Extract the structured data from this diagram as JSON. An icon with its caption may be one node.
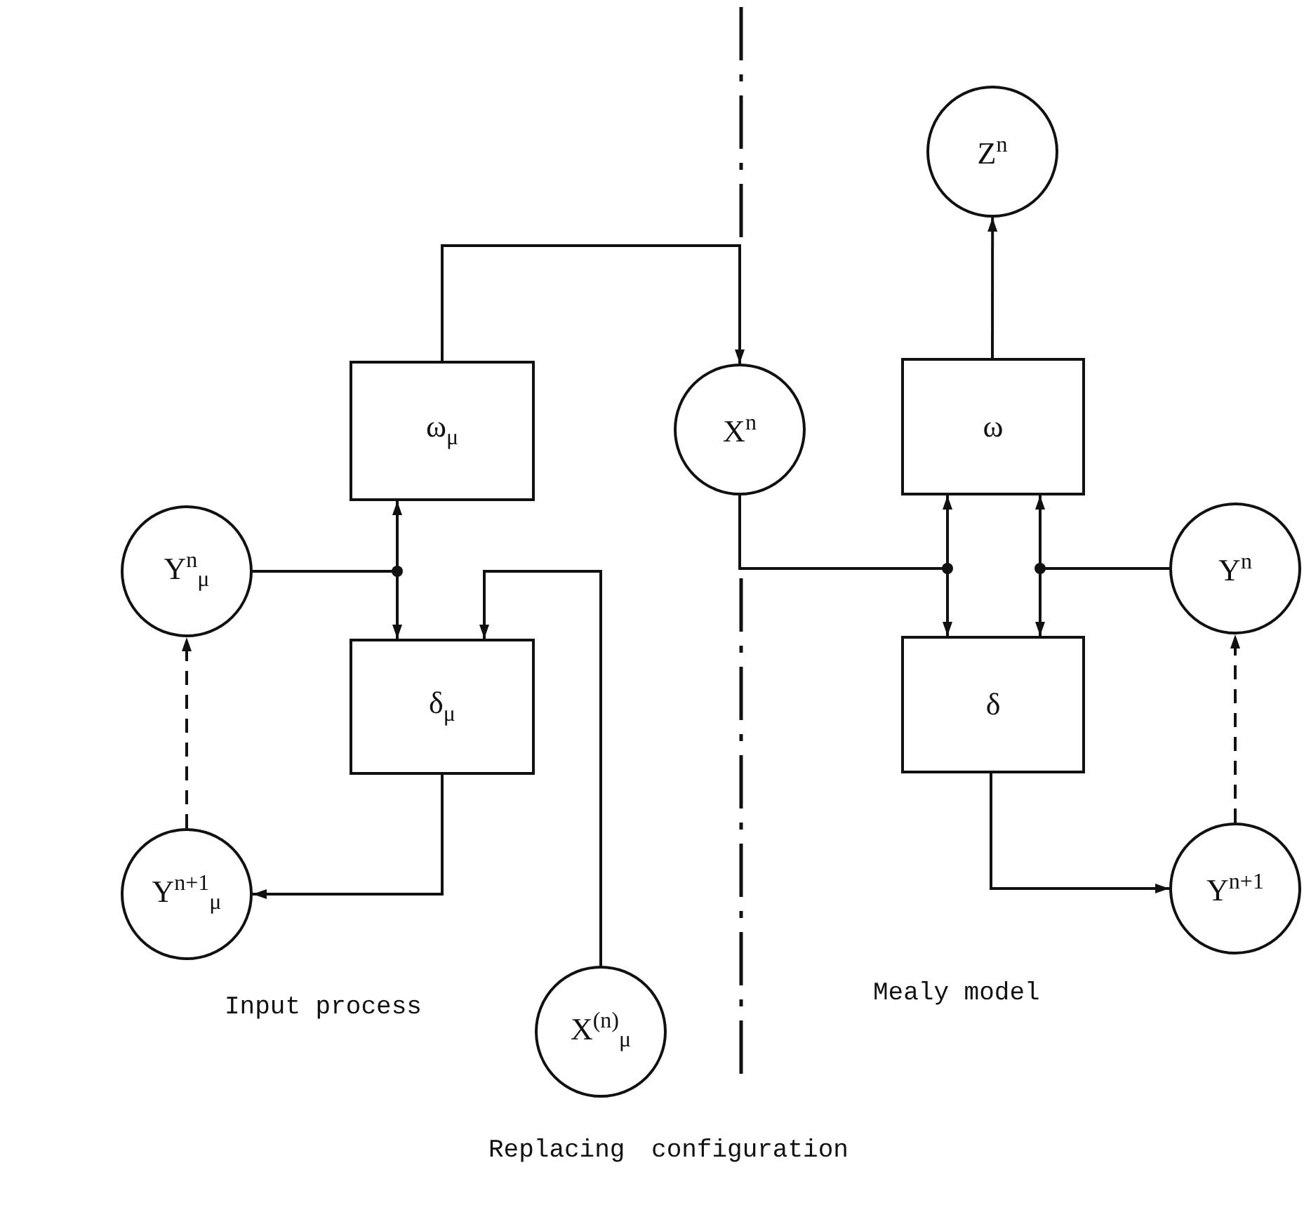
{
  "diagram": {
    "caption": "Replacing configuration",
    "nodes": [
      {
        "text": [
          "ω$_{μ}$"
        ]
      },
      {
        "text": [
          "δ$_{μ}$"
        ]
      },
      {
        "text": [
          "Y$^{n}$$_{μ}$"
        ]
      },
      {
        "text": [
          "Y$^{n+1}$$_{μ}$"
        ]
      },
      {
        "text": [
          "X$^{(n)}$$_{μ}$"
        ]
      },
      {
        "text": [
          "X$^{n}$"
        ]
      },
      {
        "text": [
          "ω"
        ]
      },
      {
        "text": [
          "δ"
        ]
      },
      {
        "text": [
          "Z$^{n}$"
        ]
      },
      {
        "text": [
          "Y$^{n}$"
        ]
      },
      {
        "text": [
          "Y$^{n+1}$"
        ]
      }
    ],
    "edges": [
      {
        "from": 2,
        "to": 0,
        "arrow": "to"
      },
      {
        "from": 2,
        "to": 1,
        "arrow": "to"
      },
      {
        "from": 0,
        "to": 5,
        "arrow": "to"
      },
      {
        "from": 4,
        "to": 1,
        "arrow": "to"
      },
      {
        "from": 1,
        "to": 3,
        "arrow": "to"
      },
      {
        "from": 3,
        "to": 2,
        "arrow": "to",
        "style": "dashed"
      },
      {
        "from": 5,
        "to": 6,
        "arrow": "to"
      },
      {
        "from": 5,
        "to": 7,
        "arrow": "to"
      },
      {
        "from": 9,
        "to": 6,
        "arrow": "to"
      },
      {
        "from": 9,
        "to": 7,
        "arrow": "to"
      },
      {
        "from": 6,
        "to": 8,
        "arrow": "to"
      },
      {
        "from": 7,
        "to": 10,
        "arrow": "to"
      },
      {
        "from": 10,
        "to": 9,
        "arrow": "to",
        "style": "dashed"
      }
    ],
    "labels": [
      "Input process",
      "Mealy model"
    ]
  }
}
